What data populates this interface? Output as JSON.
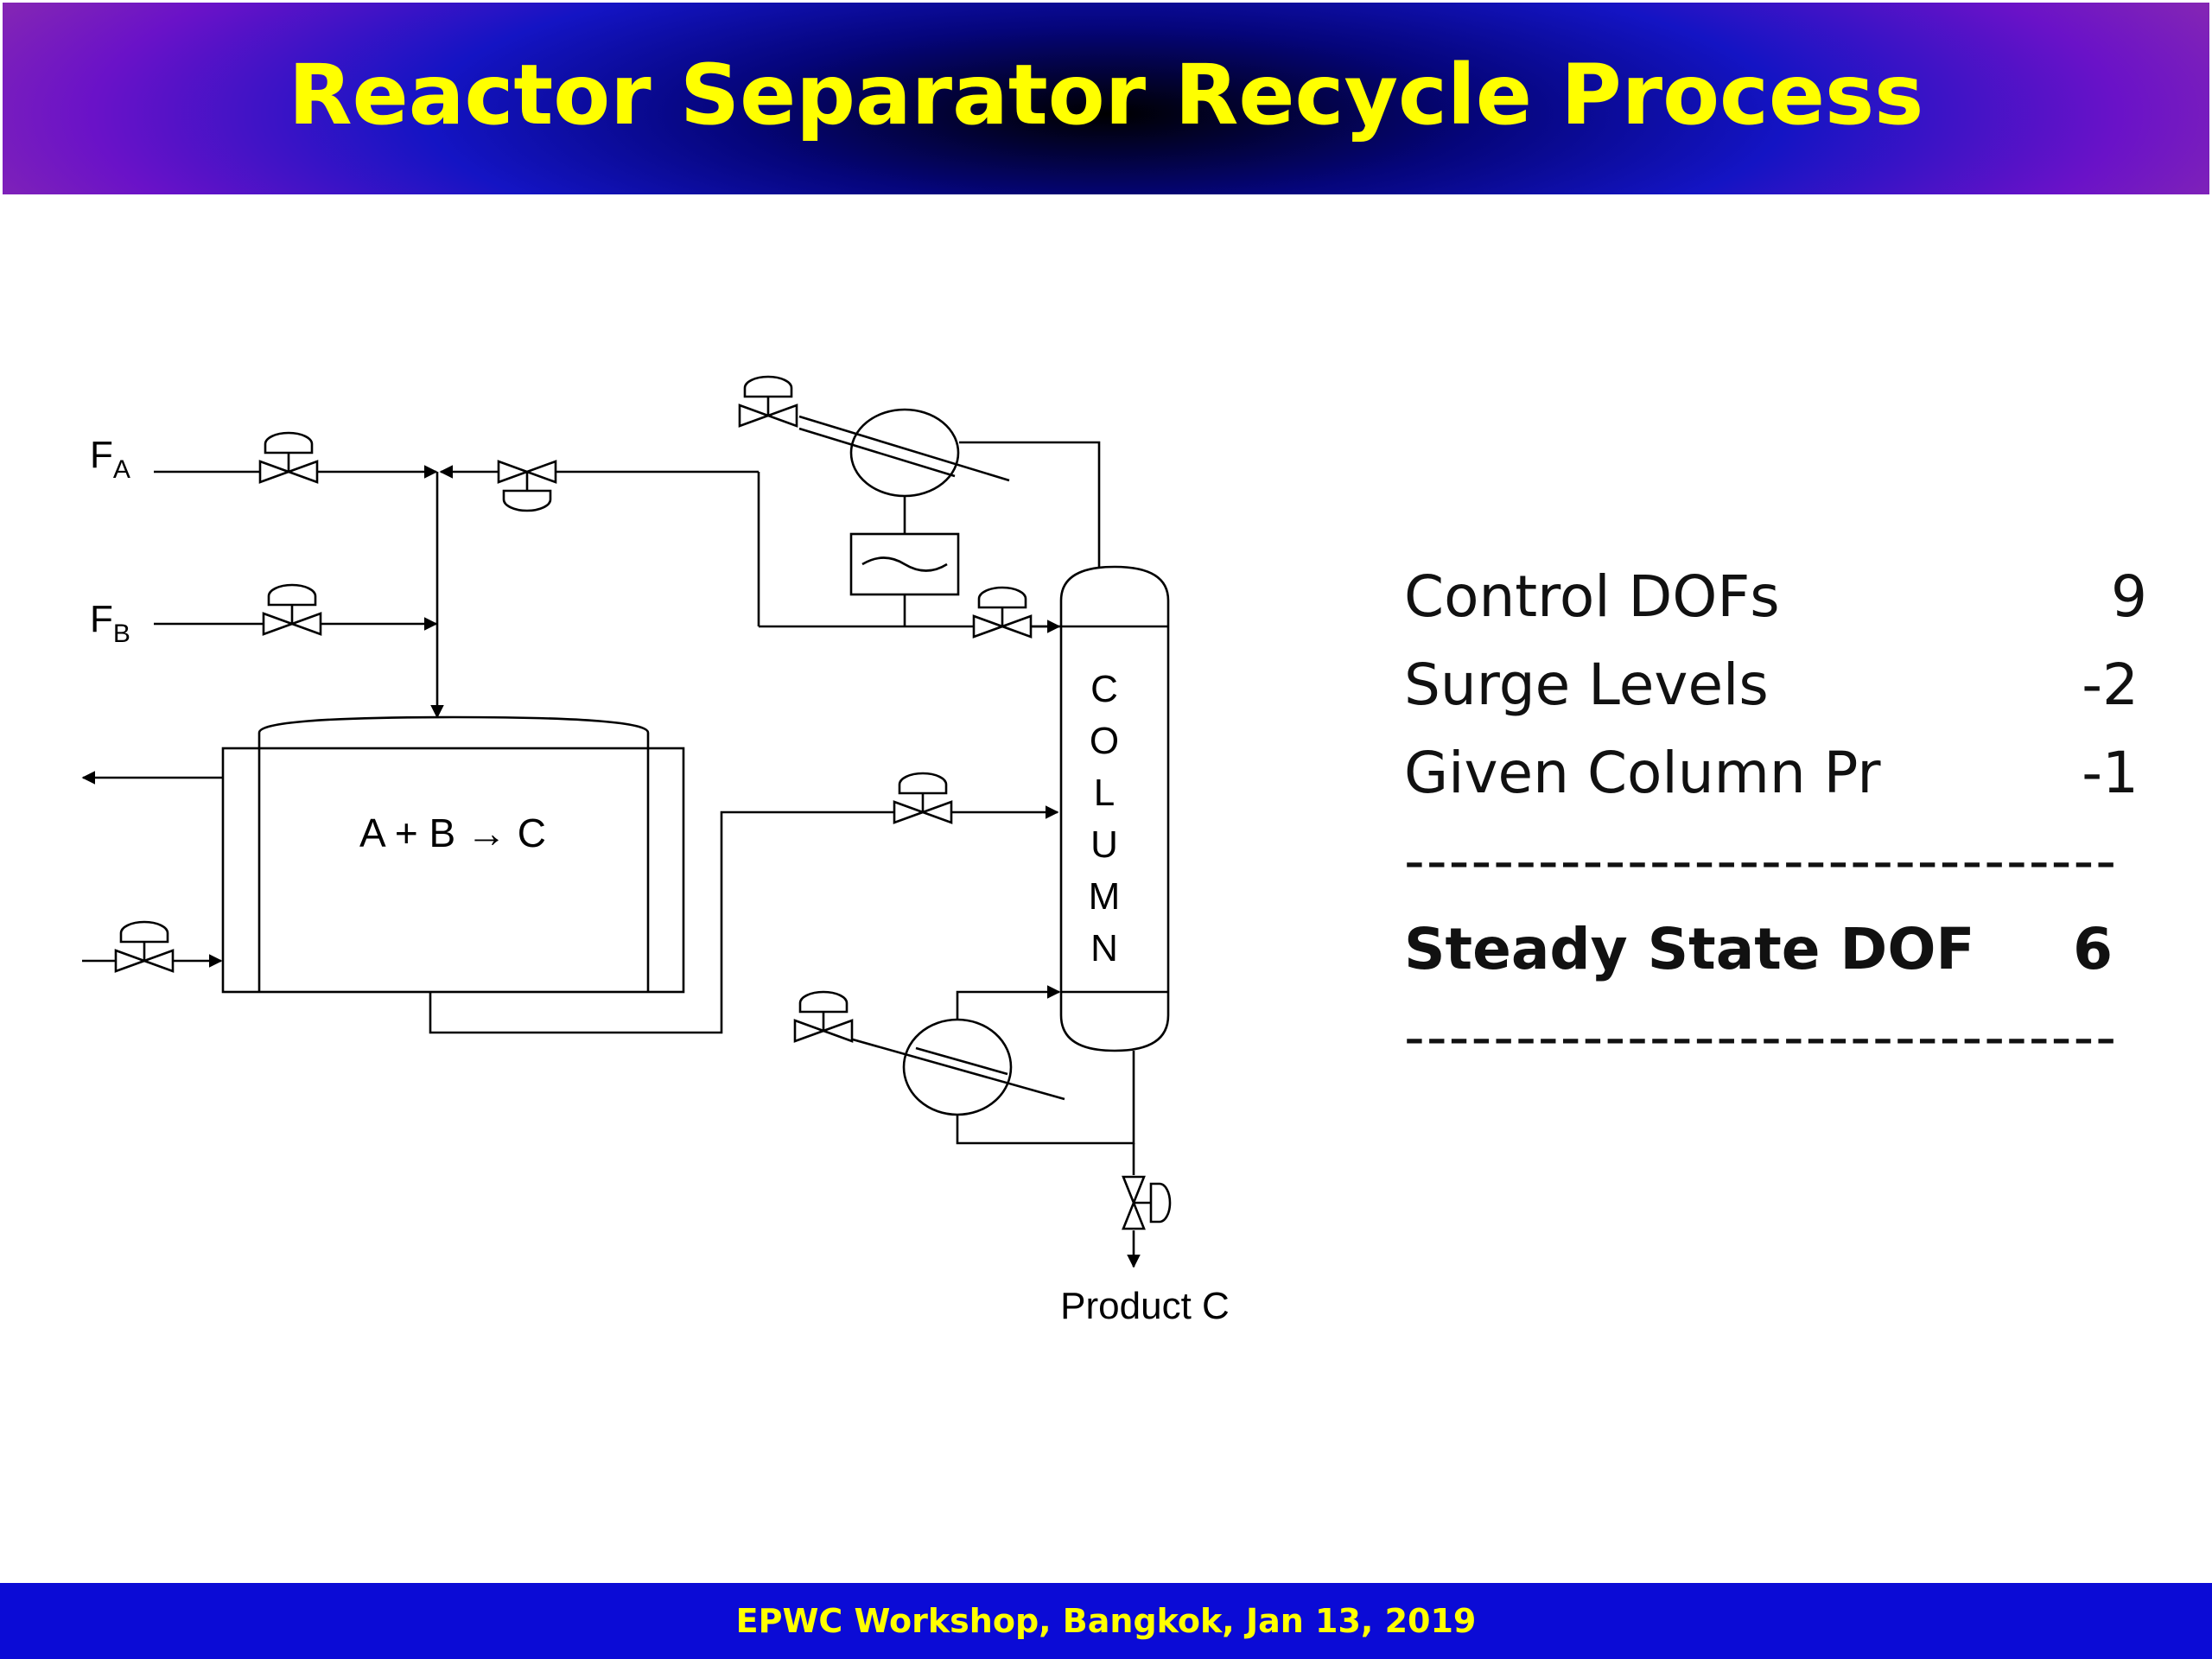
{
  "slide": {
    "title": "Reactor Separator Recycle Process",
    "footer": "EPWC Workshop, Bangkok, Jan 13, 2019"
  },
  "diagram": {
    "feed_a_main": "F",
    "feed_a_sub": "A",
    "feed_b_main": "F",
    "feed_b_sub": "B",
    "reaction": "A + B → C",
    "column_letters": [
      "C",
      "O",
      "L",
      "U",
      "M",
      "N"
    ],
    "product": "Product C"
  },
  "dof_table": {
    "rows": [
      {
        "label": "Control DOFs",
        "value": "9"
      },
      {
        "label": "Surge Levels",
        "value": "-2"
      },
      {
        "label": "Given Column Pr",
        "value": "-1"
      }
    ],
    "divider": "--------------------------------",
    "total": {
      "label": "Steady State DOF",
      "value": "6"
    }
  }
}
